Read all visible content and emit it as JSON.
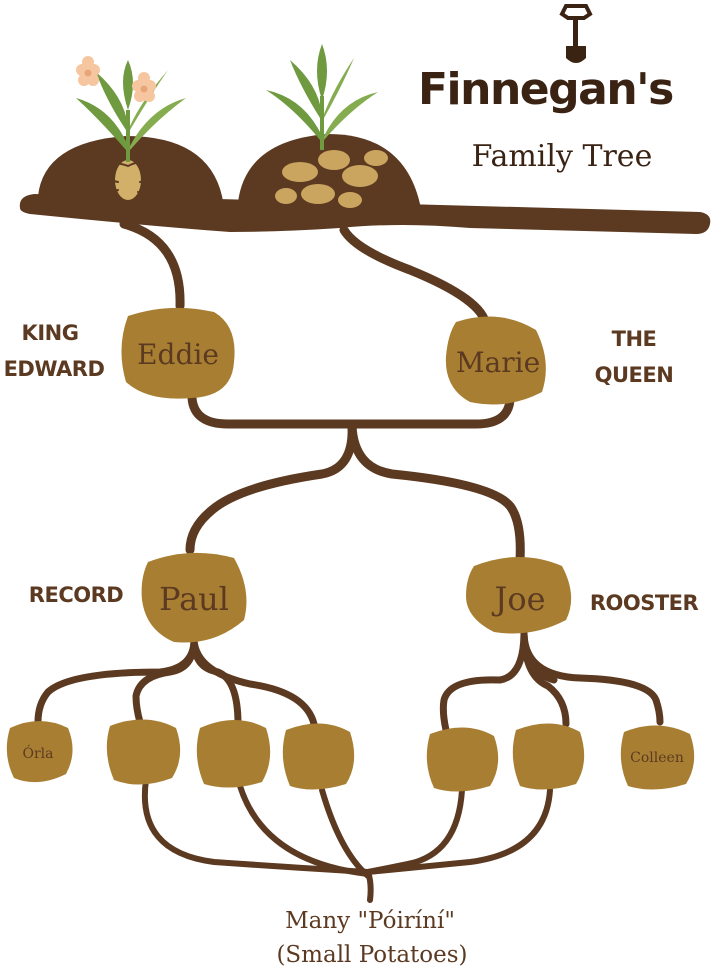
{
  "brand": {
    "title": "Finnegan's",
    "subtitle": "Family Tree"
  },
  "parents": {
    "father": {
      "name": "Eddie",
      "variety_lines": [
        "KING",
        "EDWARD"
      ]
    },
    "mother": {
      "name": "Marie",
      "variety_lines": [
        "THE",
        "QUEEN"
      ]
    }
  },
  "children": {
    "left": {
      "name": "Paul",
      "variety": "RECORD"
    },
    "right": {
      "name": "Joe",
      "variety": "ROOSTER"
    }
  },
  "grandchildren": [
    "Órla",
    "",
    "",
    "",
    "",
    "",
    "Colleen"
  ],
  "footer": {
    "line1": "Many \"Póiríní\"",
    "line2": "(Small Potatoes)"
  },
  "colors": {
    "root": "#5c3a21",
    "potato": "#a87f32",
    "soil": "#5c3a21",
    "leaf": "#6f9a3f",
    "flower": "#f6c6a0"
  }
}
